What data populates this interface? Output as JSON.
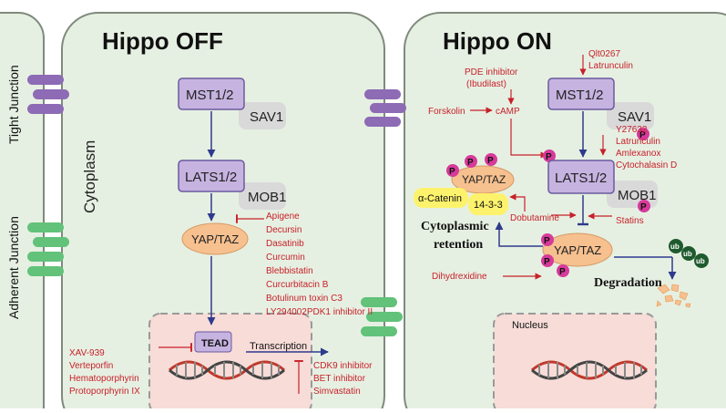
{
  "left": {
    "hippo_off": "Hippo OFF",
    "tight_junction": "Tight Junction",
    "adherent_junction": "Adherent Junction",
    "cytoplasm": "Cytoplasm",
    "mst": "MST1/2",
    "sav": "SAV1",
    "lats": "LATS1/2",
    "mob": "MOB1",
    "yap": "YAP/TAZ",
    "tead": "TEAD",
    "transcription": "Transcription",
    "yap_inhibitors": [
      "Apigene",
      "Decursin",
      "Dasatinib",
      "Curcumin",
      "Blebbistatin",
      "Curcurbitacin B",
      "Botulinum toxin C3",
      "LY294002PDK1 inhibitor II"
    ],
    "tead_inhibitors": [
      "XAV-939",
      "Verteporfin",
      "Hematoporphyrin",
      "Protoporphyrin IX"
    ],
    "transcription_inhibitors": [
      "CDK9 inhibitor",
      "BET inhibitor",
      "Simvastatin"
    ]
  },
  "right": {
    "hippo_on": "Hippo ON",
    "mst": "MST1/2",
    "sav": "SAV1",
    "lats": "LATS1/2",
    "mob": "MOB1",
    "yap": "YAP/TAZ",
    "yap_cyto": "YAP/TAZ",
    "catenin": "α-Catenin",
    "p1433": "14-3-3",
    "p": "P",
    "ub": "ub",
    "cyto_retention": [
      "Cytoplasmic",
      "retention"
    ],
    "degradation": "Degradation",
    "nucleus": "Nucleus",
    "mst_activators": [
      "Qlt0267",
      "Latrunculin"
    ],
    "pde_inhibitor": [
      "PDE inhibitor",
      "(Ibudilast)"
    ],
    "forskolin": "Forskolin",
    "camp": "cAMP",
    "lats_inhibitors": [
      "Y27632",
      "Latrunculin",
      "Amlexanox",
      "Cytochalasin D"
    ],
    "dobutamine": "Dobutamine",
    "statins": "Statins",
    "dihydrexidine": "Dihydrexidine"
  }
}
